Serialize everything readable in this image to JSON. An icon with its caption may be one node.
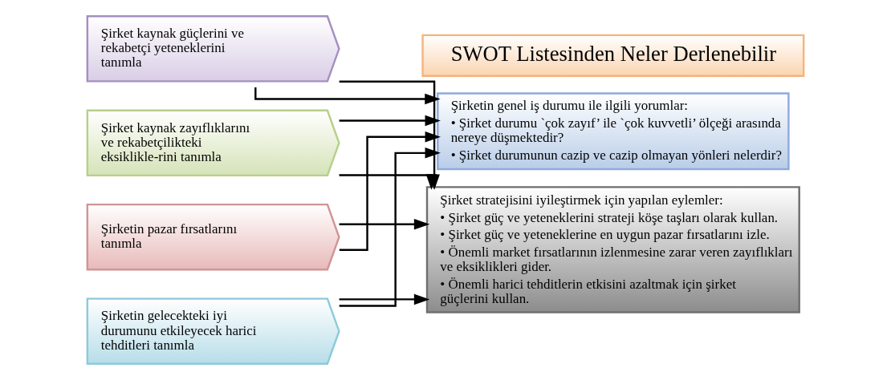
{
  "diagram": {
    "nodes": [
      {
        "text": [
          "Şirket kaynak güçlerini ve rekabetçi yeteneklerini tanımla"
        ]
      },
      {
        "text": [
          "Şirket kaynak zayıflıklarını ve rekabetçilikteki eksiklikle-rini tanımla"
        ]
      },
      {
        "text": [
          "Şirketin pazar fırsatlarını tanımla"
        ]
      },
      {
        "text": [
          "Şirketin gelecekteki iyi durumunu etkileyecek harici tehditleri tanımla"
        ]
      },
      {
        "text": [
          "SWOT Listesinden Neler Derlenebilir"
        ]
      },
      {
        "text": [
          "Şirketin genel iş durumu ile ilgili yorumlar:",
          "• Şirket durumu `çok zayıf’ ile `çok kuvvetli’ ölçeği arasında nereye düşmektedir?",
          "• Şirket durumunun cazip ve cazip olmayan yönleri nelerdir?"
        ]
      },
      {
        "text": [
          "Şirket stratejisini iyileştirmek için yapılan eylemler:",
          "• Şirket güç ve yeteneklerini strateji köşe taşları olarak kullan.",
          "• Şirket güç ve yeteneklerine en uygun pazar fırsatlarını izle.",
          "• Önemli market fırsatlarının izlenmesine zarar veren zayıflıkları ve eksiklikleri gider.",
          "• Önemli harici tehditlerin etkisini azaltmak için şirket güçlerini kullan."
        ]
      }
    ],
    "edges": [
      {
        "from": 0,
        "to": 5,
        "arrow": "to"
      },
      {
        "from": 1,
        "to": 5,
        "arrow": "to"
      },
      {
        "from": 2,
        "to": 5,
        "arrow": "to"
      },
      {
        "from": 3,
        "to": 5,
        "arrow": "to"
      },
      {
        "from": 0,
        "to": 6,
        "arrow": "to"
      },
      {
        "from": 1,
        "to": 6,
        "arrow": "to"
      },
      {
        "from": 2,
        "to": 6,
        "arrow": "to"
      },
      {
        "from": 3,
        "to": 6,
        "arrow": "to"
      }
    ]
  }
}
